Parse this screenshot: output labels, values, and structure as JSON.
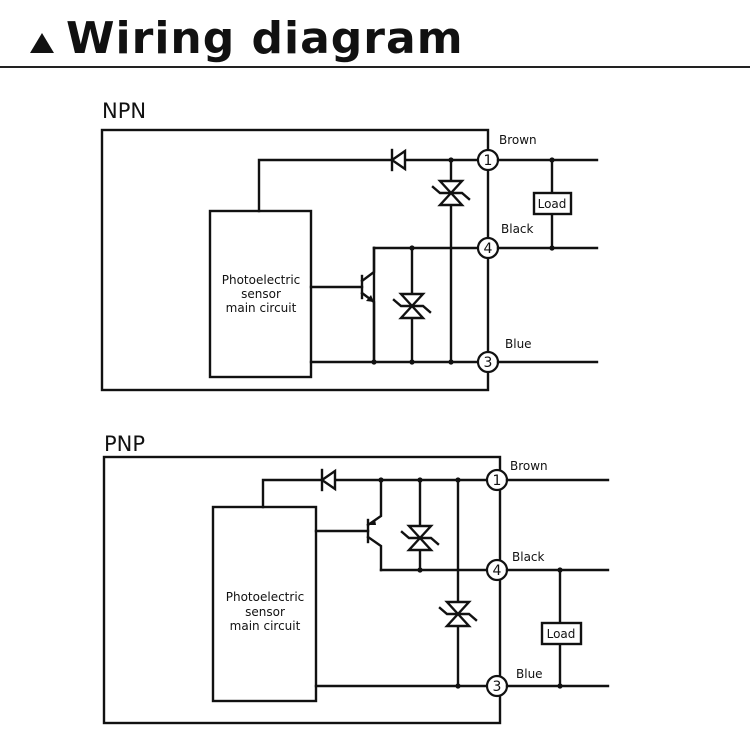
{
  "header": {
    "icon": "triangle-up-icon",
    "title": "Wiring diagram"
  },
  "diagrams": [
    {
      "type": "NPN",
      "label": "NPN",
      "main_circuit": [
        "Photoelectric",
        "sensor",
        "main circuit"
      ],
      "terminals": [
        {
          "number": "1",
          "wire": "Brown"
        },
        {
          "number": "4",
          "wire": "Black"
        },
        {
          "number": "3",
          "wire": "Blue"
        }
      ],
      "load_label": "Load",
      "load_between": [
        "Brown",
        "Black"
      ]
    },
    {
      "type": "PNP",
      "label": "PNP",
      "main_circuit": [
        "Photoelectric",
        "sensor",
        "main circuit"
      ],
      "terminals": [
        {
          "number": "1",
          "wire": "Brown"
        },
        {
          "number": "4",
          "wire": "Black"
        },
        {
          "number": "3",
          "wire": "Blue"
        }
      ],
      "load_label": "Load",
      "load_between": [
        "Black",
        "Blue"
      ]
    }
  ]
}
